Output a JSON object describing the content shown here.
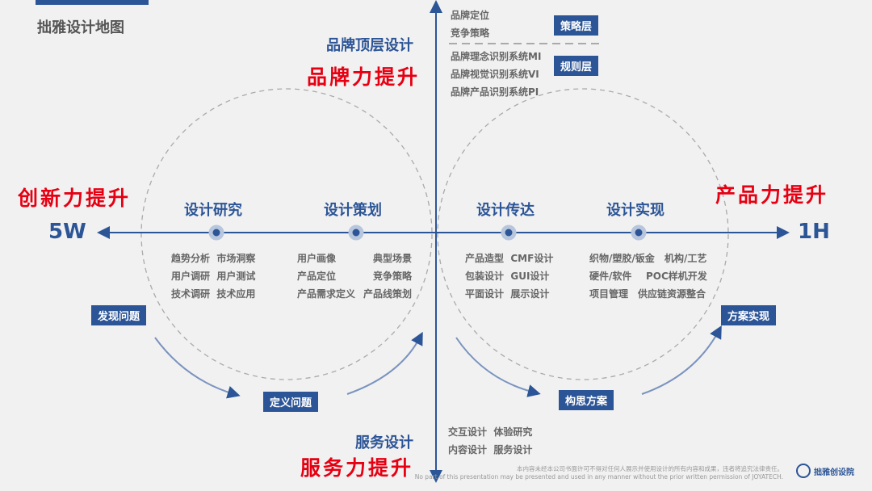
{
  "title": "拙雅设计地图",
  "axis": {
    "left": "5W",
    "right": "1H"
  },
  "top": {
    "heading": "品牌顶层设计",
    "red": "品牌力提升",
    "strategy_items": [
      "品牌定位",
      "竞争策略"
    ],
    "strategy_tag": "策略层",
    "rule_items": [
      "品牌理念识别系统MI",
      "品牌视觉识别系统VI",
      "品牌产品识别系统PI"
    ],
    "rule_tag": "规则层"
  },
  "bottom": {
    "heading": "服务设计",
    "red": "服务力提升",
    "items": [
      [
        "交互设计",
        "体验研究"
      ],
      [
        "内容设计",
        "服务设计"
      ]
    ]
  },
  "left_red": "创新力提升",
  "right_red": "产品力提升",
  "stages": [
    {
      "label": "设计研究",
      "items": [
        [
          "趋势分析",
          "市场洞察"
        ],
        [
          "用户调研",
          "用户测试"
        ],
        [
          "技术调研",
          "技术应用"
        ]
      ]
    },
    {
      "label": "设计策划",
      "items": [
        [
          "用户画像",
          "典型场景"
        ],
        [
          "产品定位",
          "竞争策略"
        ],
        [
          "产品需求定义",
          "产品线策划"
        ]
      ]
    },
    {
      "label": "设计传达",
      "items": [
        [
          "产品造型",
          "CMF设计"
        ],
        [
          "包装设计",
          "GUI设计"
        ],
        [
          "平面设计",
          "展示设计"
        ]
      ]
    },
    {
      "label": "设计实现",
      "items": [
        [
          "织物/塑胶/钣金",
          "机构/工艺"
        ],
        [
          "硬件/软件",
          "POC样机开发"
        ],
        [
          "项目管理",
          "供应链资源整合"
        ]
      ]
    }
  ],
  "process_tags": [
    "发现问题",
    "定义问题",
    "构思方案",
    "方案实现"
  ],
  "footer": {
    "cn": "本内容未经本公司书面许可不得对任何人展示并使用设计的所有内容和成果，违者将追究法律责任。",
    "en": "No part of this presentation may be presented and used in any manner without the prior written permission of JOYATECH.",
    "logo_text": "拙雅创设院"
  },
  "colors": {
    "blue": "#2c5597",
    "red": "#e60012",
    "bg": "#f1f1f1"
  }
}
